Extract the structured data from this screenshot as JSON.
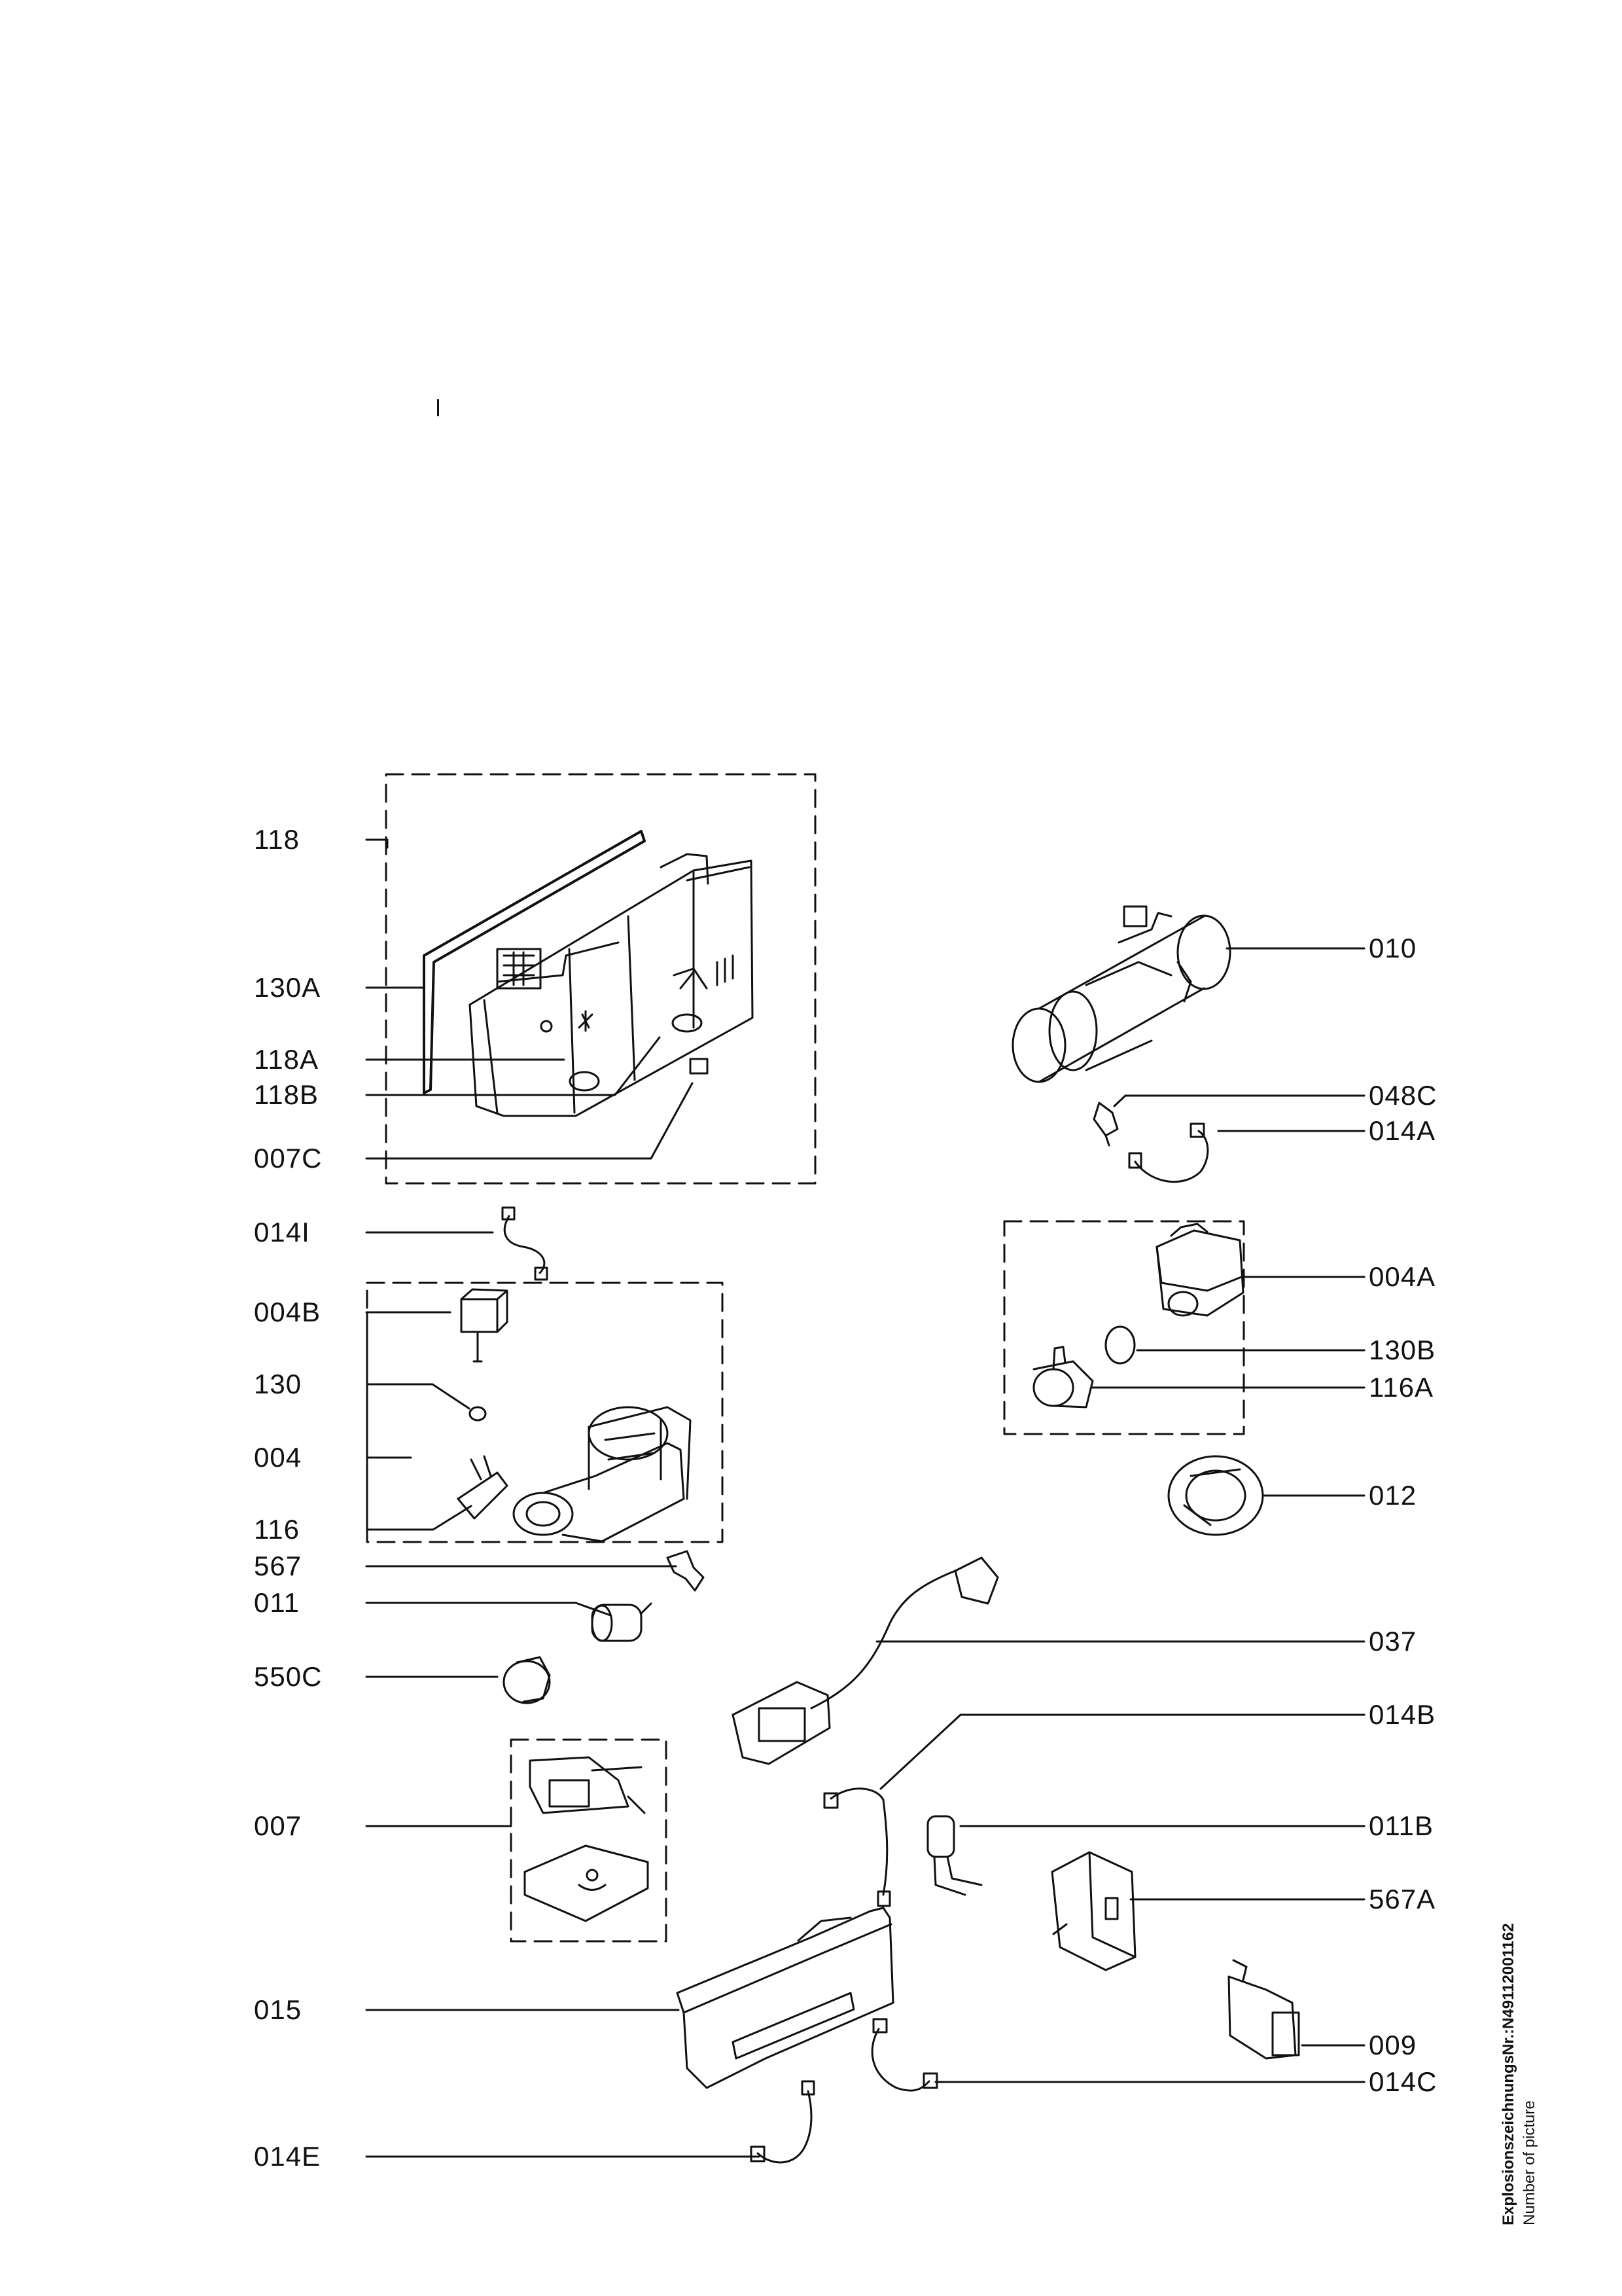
{
  "part_labels_left": [
    {
      "id": "118",
      "text": "118"
    },
    {
      "id": "130A",
      "text": "130A"
    },
    {
      "id": "118A",
      "text": "118A"
    },
    {
      "id": "118B",
      "text": "118B"
    },
    {
      "id": "007C",
      "text": "007C"
    },
    {
      "id": "014I",
      "text": "014I"
    },
    {
      "id": "004B",
      "text": "004B"
    },
    {
      "id": "130",
      "text": "130"
    },
    {
      "id": "004",
      "text": "004"
    },
    {
      "id": "116",
      "text": "116"
    },
    {
      "id": "567",
      "text": "567"
    },
    {
      "id": "011",
      "text": "011"
    },
    {
      "id": "550C",
      "text": "550C"
    },
    {
      "id": "007",
      "text": "007"
    },
    {
      "id": "015",
      "text": "015"
    },
    {
      "id": "014E",
      "text": "014E"
    }
  ],
  "part_labels_right": [
    {
      "id": "010",
      "text": "010"
    },
    {
      "id": "048C",
      "text": "048C"
    },
    {
      "id": "014A",
      "text": "014A"
    },
    {
      "id": "004A",
      "text": "004A"
    },
    {
      "id": "130B",
      "text": "130B"
    },
    {
      "id": "116A",
      "text": "116A"
    },
    {
      "id": "012",
      "text": "012"
    },
    {
      "id": "037",
      "text": "037"
    },
    {
      "id": "014B",
      "text": "014B"
    },
    {
      "id": "011B",
      "text": "011B"
    },
    {
      "id": "567A",
      "text": "567A"
    },
    {
      "id": "009",
      "text": "009"
    },
    {
      "id": "014C",
      "text": "014C"
    }
  ],
  "footer": {
    "drawing_number": "ExplosionszeichnungsNr.:N49112001162",
    "caption": "Number of picture"
  }
}
